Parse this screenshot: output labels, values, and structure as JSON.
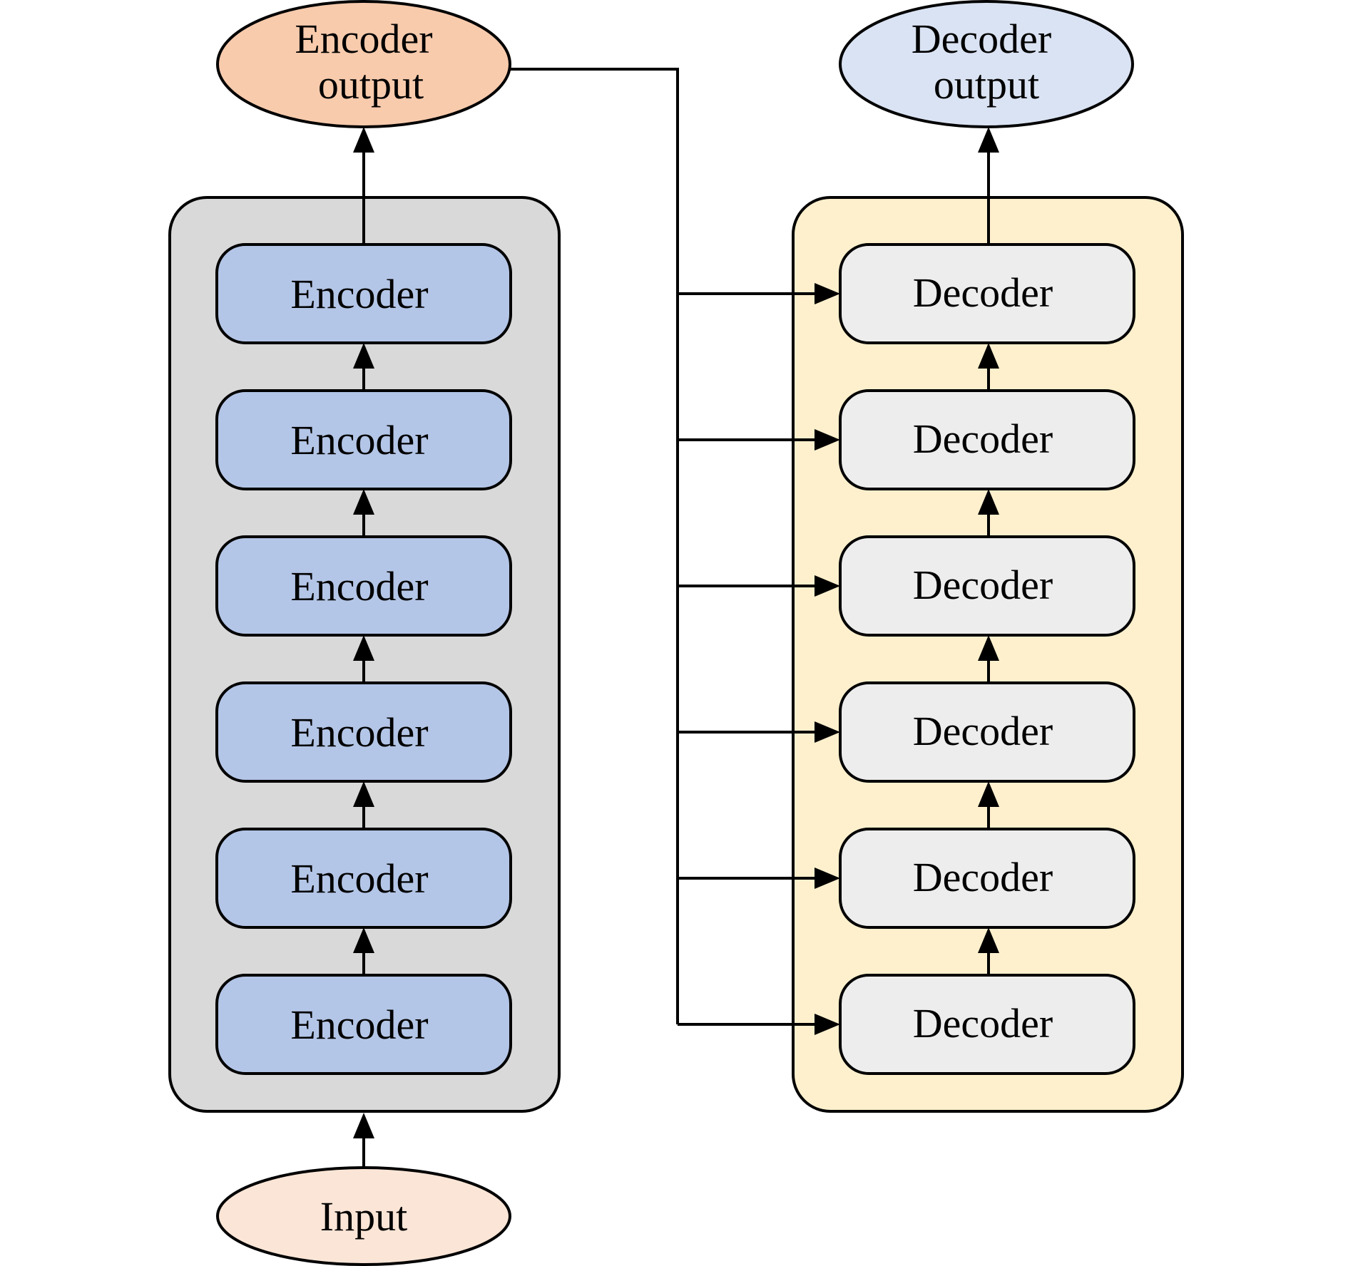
{
  "colors": {
    "encoder_container_fill": "#d9d9d9",
    "decoder_container_fill": "#fff0cd",
    "encoder_block_fill": "#b4c6e7",
    "decoder_block_fill": "#ededed",
    "encoder_output_fill": "#f8cbad",
    "decoder_output_fill": "#dae3f3",
    "input_fill": "#fbe5d6",
    "stroke": "#000000"
  },
  "encoder_output": {
    "line1": "Encoder",
    "line2": "output"
  },
  "decoder_output": {
    "line1": "Decoder",
    "line2": "output"
  },
  "input": {
    "label": "Input"
  },
  "encoder_stack": {
    "blocks": [
      "Encoder",
      "Encoder",
      "Encoder",
      "Encoder",
      "Encoder",
      "Encoder"
    ]
  },
  "decoder_stack": {
    "blocks": [
      "Decoder",
      "Decoder",
      "Decoder",
      "Decoder",
      "Decoder",
      "Decoder"
    ]
  }
}
